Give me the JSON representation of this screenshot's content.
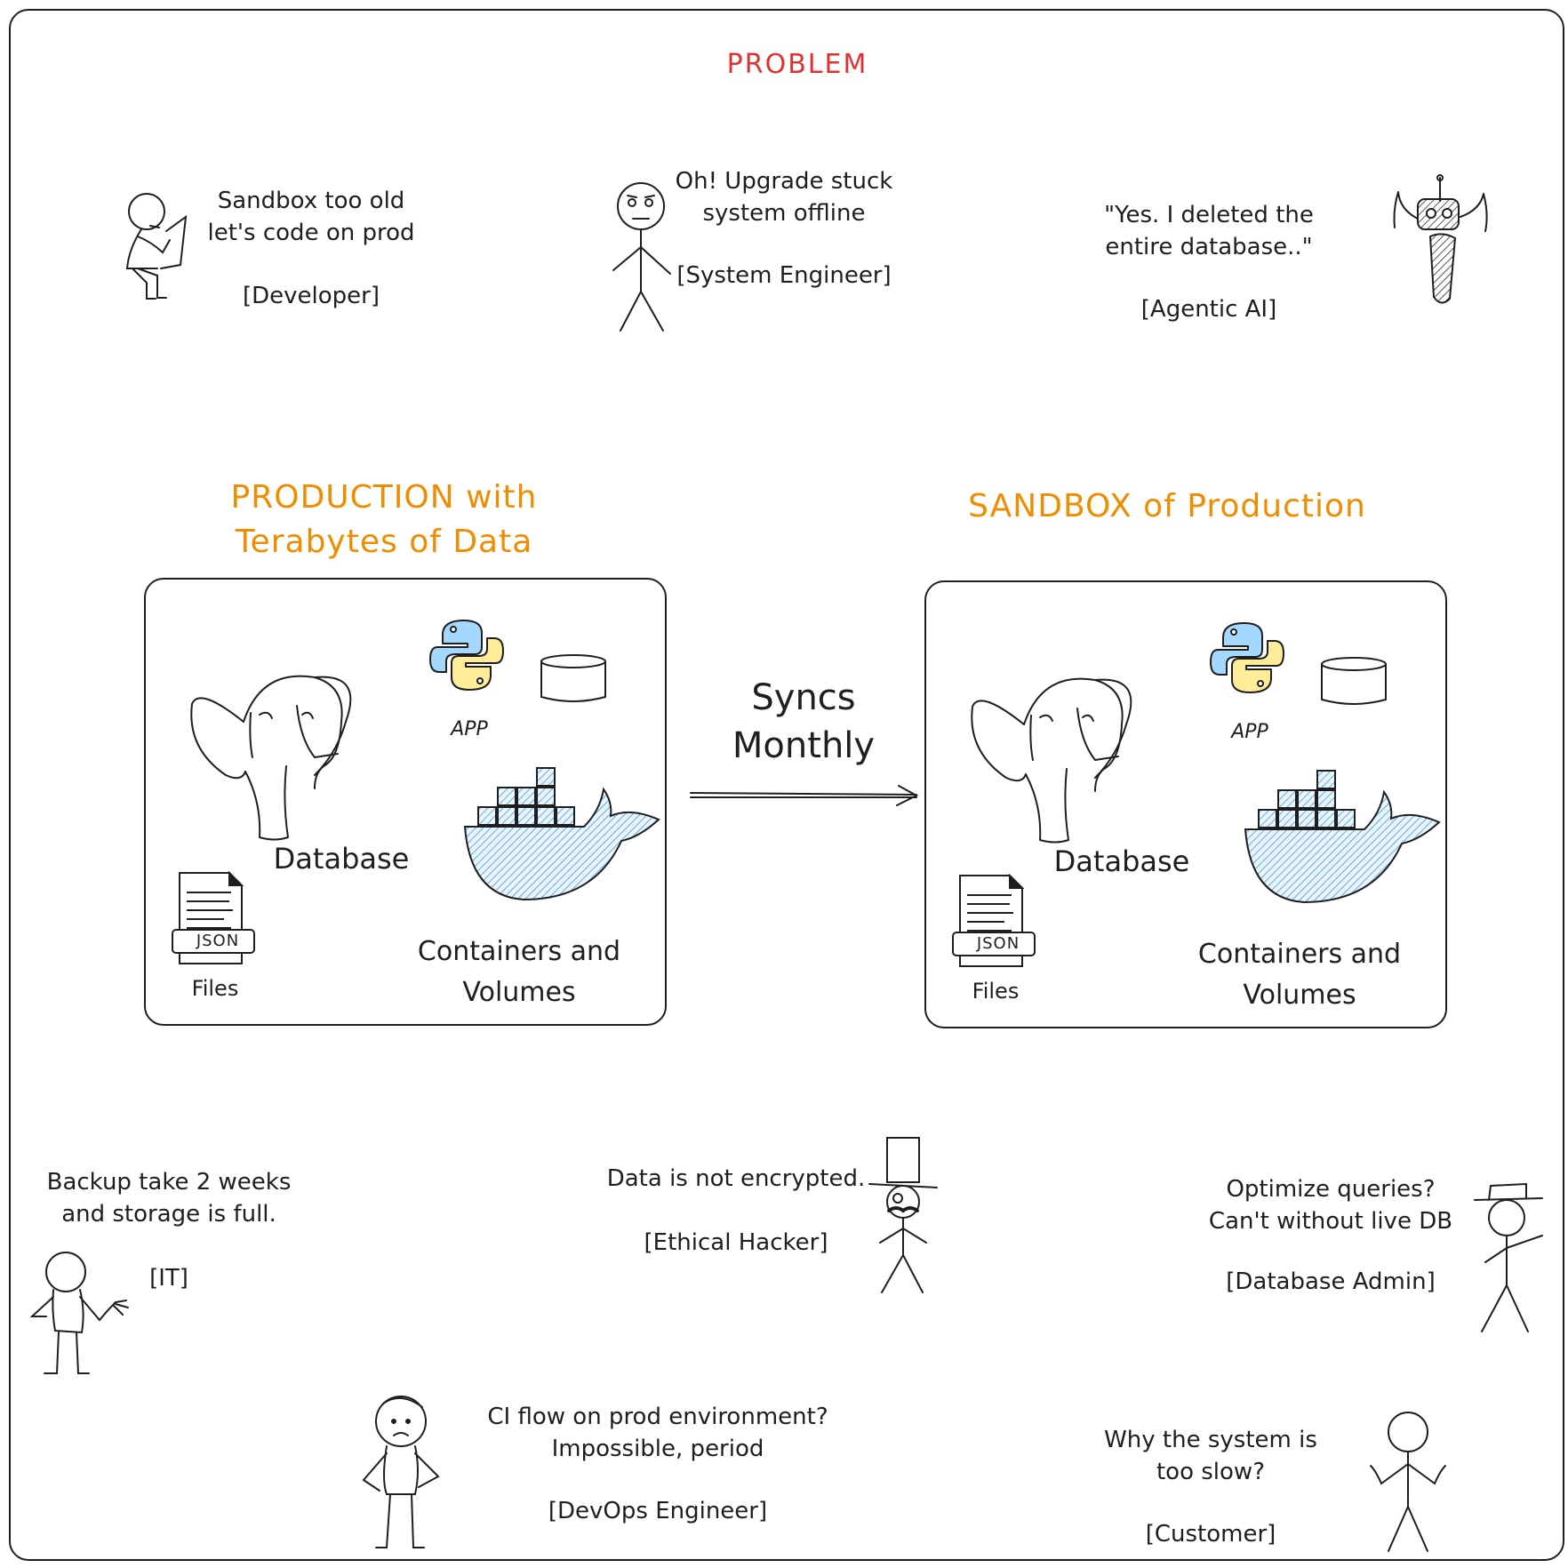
{
  "title": "PROBLEM",
  "personas": {
    "developer": {
      "quote": "Sandbox too old\nlet's code on prod",
      "role": "[Developer]"
    },
    "system_engineer": {
      "quote": "Oh! Upgrade stuck\nsystem offline",
      "role": "[System Engineer]"
    },
    "agentic_ai": {
      "quote": "\"Yes. I deleted the\nentire database..\"",
      "role": "[Agentic AI]"
    },
    "it": {
      "quote": "Backup take 2 weeks\nand storage is full.",
      "role": "[IT]"
    },
    "ethical_hacker": {
      "quote": "Data is not encrypted.",
      "role": "[Ethical Hacker]"
    },
    "database_admin": {
      "quote": "Optimize queries?\nCan't without live DB",
      "role": "[Database Admin]"
    },
    "devops_engineer": {
      "quote": "CI flow on prod environment?\nImpossible, period",
      "role": "[DevOps Engineer]"
    },
    "customer": {
      "quote": "Why the system is\ntoo slow?",
      "role": "[Customer]"
    }
  },
  "production": {
    "heading": "PRODUCTION with\nTerabytes of Data",
    "database": "Database",
    "app": "APP",
    "files": "Files",
    "json_badge": "JSON",
    "containers": "Containers and\nVolumes"
  },
  "sandbox": {
    "heading": "SANDBOX of Production",
    "database": "Database",
    "app": "APP",
    "files": "Files",
    "json_badge": "JSON",
    "containers": "Containers and\nVolumes"
  },
  "sync_label": "Syncs\nMonthly",
  "colors": {
    "title": "#e03131",
    "heading": "#f08c00",
    "stroke": "#1e1e1e",
    "docker_fill": "#a5d8ff",
    "python_blue": "#a5d8ff",
    "python_yellow": "#ffec99"
  },
  "icons": [
    "stick-figure-icon",
    "robot-icon",
    "elephant-icon",
    "python-icon",
    "cylinder-icon",
    "docker-whale-icon",
    "json-file-icon",
    "arrow-right-icon"
  ]
}
